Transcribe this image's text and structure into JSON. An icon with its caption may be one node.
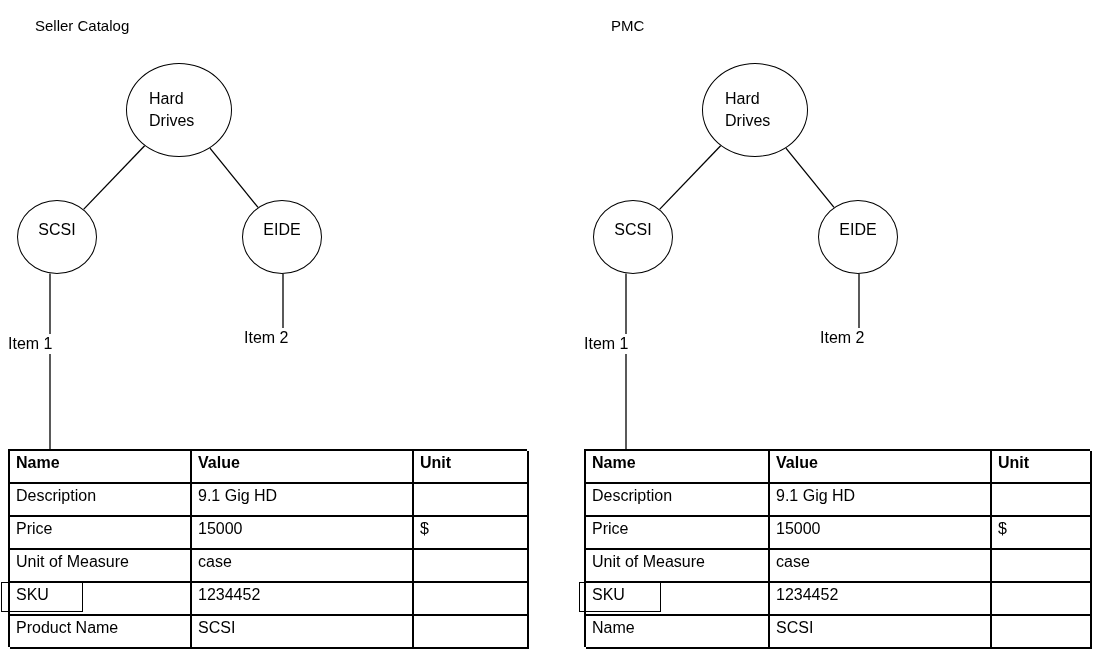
{
  "diagram": {
    "nodes": [
      {
        "text": [
          "Hard Drives"
        ]
      },
      {
        "text": [
          "SCSI"
        ]
      },
      {
        "text": [
          "EIDE"
        ]
      },
      {
        "text": [
          "Item 1"
        ]
      },
      {
        "text": [
          "Item 2"
        ]
      },
      {
        "text": [],
        "shape": "table"
      },
      {
        "text": [
          "Hard Drives"
        ]
      },
      {
        "text": [
          "SCSI"
        ]
      },
      {
        "text": [
          "EIDE"
        ]
      },
      {
        "text": [
          "Item 1"
        ]
      },
      {
        "text": [
          "Item 2"
        ]
      },
      {
        "text": [],
        "shape": "table"
      }
    ],
    "edges": [
      {
        "from": 0,
        "to": 1,
        "arrow": "none"
      },
      {
        "from": 0,
        "to": 2,
        "arrow": "none"
      },
      {
        "from": 1,
        "to": 3,
        "arrow": "none"
      },
      {
        "from": 2,
        "to": 4,
        "arrow": "none"
      },
      {
        "from": 3,
        "to": 5,
        "arrow": "none"
      },
      {
        "from": 6,
        "to": 7,
        "arrow": "none"
      },
      {
        "from": 6,
        "to": 8,
        "arrow": "none"
      },
      {
        "from": 7,
        "to": 9,
        "arrow": "none"
      },
      {
        "from": 8,
        "to": 10,
        "arrow": "none"
      },
      {
        "from": 9,
        "to": 11,
        "arrow": "none"
      }
    ],
    "labels": [
      "Seller Catalog",
      "PMC",
      "Name",
      "Value",
      "Unit",
      "Description",
      "9.1 Gig HD",
      "Price",
      "15000",
      "$",
      "Unit of Measure",
      "case",
      "SKU",
      "1234452",
      "Product Name",
      "SCSI",
      "Name",
      "Value",
      "Unit",
      "Description",
      "9.1 Gig HD",
      "Price",
      "15000",
      "$",
      "Unit of Measure",
      "case",
      "SKU",
      "1234452",
      "Name",
      "SCSI"
    ]
  }
}
